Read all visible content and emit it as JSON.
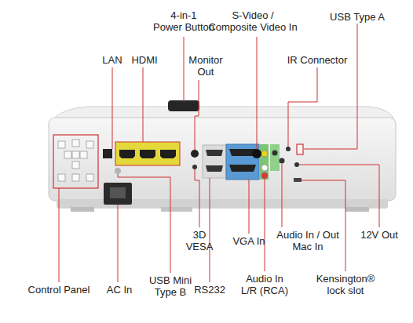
{
  "diagram": {
    "labels": [
      "4-in-1 Power Button",
      "S-Video / Composite Video In",
      "USB Type A",
      "LAN",
      "HDMI",
      "Monitor Out",
      "IR Connector",
      "3D VESA",
      "VGA In",
      "Audio In / Out Mac In",
      "12V Out",
      "Control Panel",
      "AC In",
      "USB Mini Type B",
      "RS232",
      "Audio In L/R (RCA)",
      "Kensington® lock slot"
    ]
  }
}
